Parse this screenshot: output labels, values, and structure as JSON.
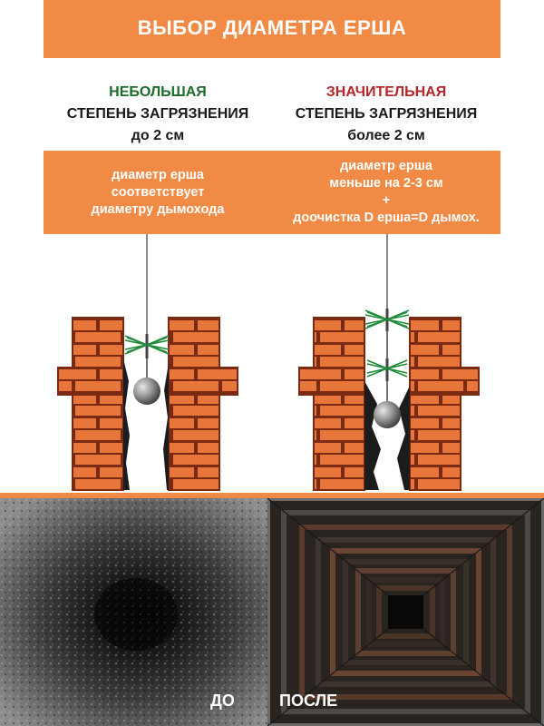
{
  "header": {
    "title": "ВЫБОР ДИАМЕТРА ЕРША"
  },
  "left": {
    "keyword": "НЕБОЛЬШАЯ",
    "line2": "СТЕПЕНЬ ЗАГРЯЗНЕНИЯ",
    "line3": "до 2 см",
    "band": [
      "диаметр ерша",
      "соответствует",
      "диаметру дымохода"
    ]
  },
  "right": {
    "keyword": "ЗНАЧИТЕЛЬНАЯ",
    "line2": "СТЕПЕНЬ ЗАГРЯЗНЕНИЯ",
    "line3": "более 2 см",
    "band": [
      "диаметр ерша",
      "меньше на 2-3 см",
      "+",
      "доочистка D ерша=D дымох."
    ]
  },
  "photos": {
    "before_label": "ДО",
    "after_label": "ПОСЛЕ"
  },
  "colors": {
    "accent": "#f08a45",
    "brick": "#e8763a",
    "mortar": "#7a2a12",
    "brush": "#1f8a3a",
    "keyword_green": "#1e6b2b",
    "keyword_red": "#b3262b"
  },
  "icons": [
    "chimney-left-diagram",
    "chimney-right-diagram",
    "chimney-brush-icon",
    "cleaning-weight-icon",
    "soot-deposit-icon"
  ]
}
